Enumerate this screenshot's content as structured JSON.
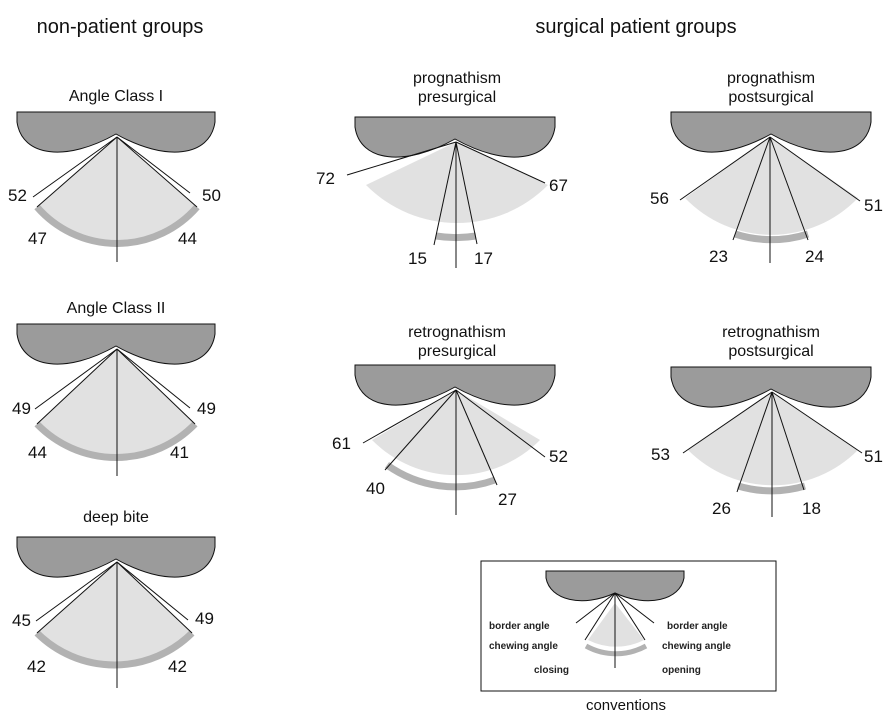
{
  "headers": {
    "non_patient": "non-patient groups",
    "surgical": "surgical patient groups"
  },
  "colors": {
    "jaw_fill": "#9b9b9b",
    "fan_fill": "#e1e1e1",
    "arc_band": "#b2b2b2",
    "line": "#111111"
  },
  "panels": [
    {
      "id": "angle-class-1",
      "title_lines": [
        "Angle Class I"
      ],
      "left_border": "52",
      "right_border": "50",
      "left_chewing": "47",
      "right_chewing": "44"
    },
    {
      "id": "angle-class-2",
      "title_lines": [
        "Angle Class II"
      ],
      "left_border": "49",
      "right_border": "49",
      "left_chewing": "44",
      "right_chewing": "41"
    },
    {
      "id": "deep-bite",
      "title_lines": [
        "deep bite"
      ],
      "left_border": "45",
      "right_border": "49",
      "left_chewing": "42",
      "right_chewing": "42"
    },
    {
      "id": "prognathism-presurgical",
      "title_lines": [
        "prognathism",
        "presurgical"
      ],
      "left_border": "72",
      "right_border": "67",
      "left_chewing": "15",
      "right_chewing": "17"
    },
    {
      "id": "prognathism-postsurgical",
      "title_lines": [
        "prognathism",
        "postsurgical"
      ],
      "left_border": "56",
      "right_border": "51",
      "left_chewing": "23",
      "right_chewing": "24"
    },
    {
      "id": "retrognathism-presurgical",
      "title_lines": [
        "retrognathism",
        "presurgical"
      ],
      "left_border": "61",
      "right_border": "52",
      "left_chewing": "40",
      "right_chewing": "27"
    },
    {
      "id": "retrognathism-postsurgical",
      "title_lines": [
        "retrognathism",
        "postsurgical"
      ],
      "left_border": "53",
      "right_border": "51",
      "left_chewing": "26",
      "right_chewing": "18"
    }
  ],
  "conventions": {
    "caption": "conventions",
    "border_left": "border angle",
    "border_right": "border angle",
    "chewing_left": "chewing angle",
    "chewing_right": "chewing angle",
    "closing": "closing",
    "opening": "opening"
  }
}
